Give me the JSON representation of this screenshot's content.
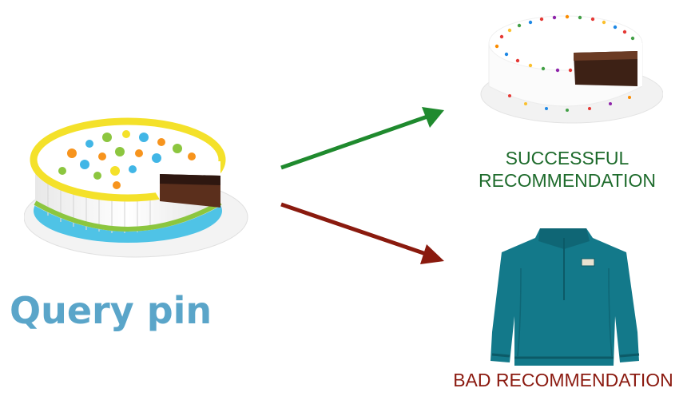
{
  "query": {
    "label": "Query pin"
  },
  "successful": {
    "line1": "SUCCESSFUL",
    "line2": "RECOMMENDATION"
  },
  "bad": {
    "label": "BAD RECOMMENDATION"
  },
  "colors": {
    "query_label": "#5aa5c9",
    "success_arrow": "#1f8a2e",
    "bad_arrow": "#8a1a0e",
    "success_text": "#1e6b2c",
    "bad_text": "#8b1a10",
    "sweater": "#13798a"
  },
  "images": [
    "query-cake-photo",
    "successful-cake-photo",
    "teal-fleece-pullover-photo"
  ]
}
